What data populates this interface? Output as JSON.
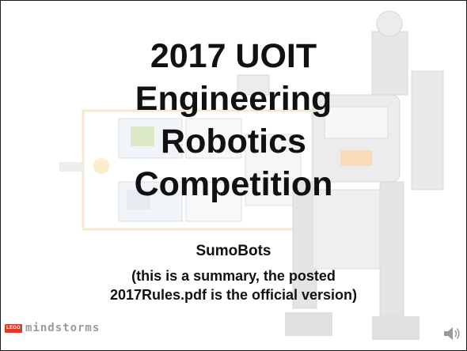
{
  "slide": {
    "title_lines": [
      "2017 UOIT",
      "Engineering",
      "Robotics",
      "Competition"
    ],
    "subtitle_line1": "SumoBots",
    "subtitle_line2": "(this is a summary, the posted",
    "subtitle_line3": "2017Rules.pdf is the official version)"
  },
  "branding": {
    "logo_text": "LEGO",
    "wordmark": "mindstorms"
  },
  "icons": {
    "audio": "speaker-icon",
    "background": "robot-illustration"
  },
  "colors": {
    "text": "#111111",
    "border": "#1a1a1a",
    "brand_red": "#d93a2b",
    "wordmark_gray": "#9a9a9a"
  }
}
